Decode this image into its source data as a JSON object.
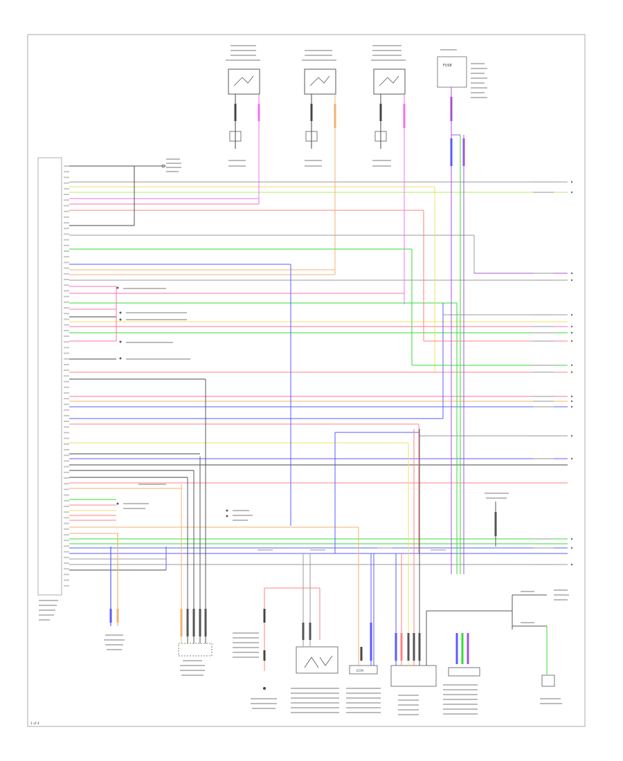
{
  "colors": {
    "pink": "#ff6fa8",
    "red": "#ff8080",
    "green": "#33dd33",
    "lightgreen": "#a8f060",
    "yellow": "#f0e060",
    "orange": "#f2b070",
    "blue": "#5a5aff",
    "violet": "#a050e0",
    "magenta": "#f070f0",
    "gray": "#9a9a9a",
    "dark": "#444444",
    "frame": "#999999"
  },
  "labels": {
    "ecm": "ECM",
    "fuse": "FUSE",
    "page": "1 of 4"
  }
}
